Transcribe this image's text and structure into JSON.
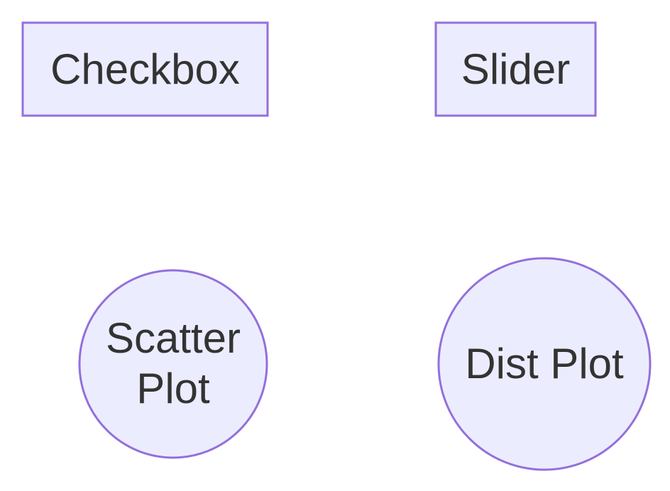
{
  "diagram": {
    "colors": {
      "node_fill": "#ececff",
      "node_stroke": "#9370db",
      "text": "#333333",
      "background": "#ffffff"
    },
    "nodes": [
      {
        "id": "checkbox",
        "shape": "rectangle",
        "lines": [
          "Checkbox"
        ]
      },
      {
        "id": "slider",
        "shape": "rectangle",
        "lines": [
          "Slider"
        ]
      },
      {
        "id": "scatter-plot",
        "shape": "circle",
        "lines": [
          "Scatter",
          "Plot"
        ]
      },
      {
        "id": "dist-plot",
        "shape": "circle",
        "lines": [
          "Dist Plot"
        ]
      }
    ]
  }
}
